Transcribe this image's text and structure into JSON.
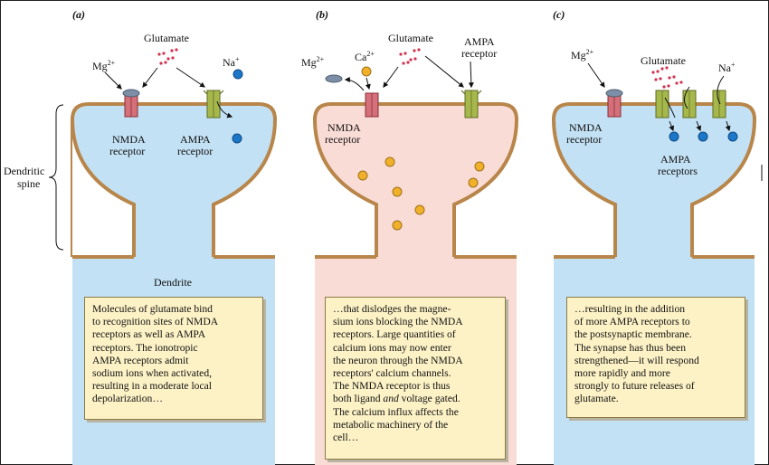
{
  "panels": {
    "a": {
      "tag": "(a)",
      "mg_label": "Mg",
      "mg_sup": "2+",
      "glutamate_label": "Glutamate",
      "na_label": "Na",
      "na_sup": "+",
      "nmda_label_1": "NMDA",
      "nmda_label_2": "receptor",
      "ampa_label_1": "AMPA",
      "ampa_label_2": "receptor",
      "dendrite_label": "Dendrite",
      "caption": "Molecules of glutamate bind\nto recognition sites of NMDA\nreceptors as well as AMPA\nreceptors. The ionotropic\nAMPA receptors admit\nsodium ions when activated,\nresulting in a moderate local\ndepolarization…"
    },
    "b": {
      "tag": "(b)",
      "mg_label": "Mg",
      "mg_sup": "2+",
      "ca_label": "Ca",
      "ca_sup": "2+",
      "glutamate_label": "Glutamate",
      "ampa_label_1": "AMPA",
      "ampa_label_2": "receptor",
      "nmda_label_1": "NMDA",
      "nmda_label_2": "receptor",
      "caption_1": "…that dislodges the magne-\nsium ions blocking the NMDA\nreceptors. Large quantities of\ncalcium ions may now enter\nthe neuron through the NMDA\nreceptors' calcium channels.\nThe NMDA receptor is thus\nboth ligand ",
      "caption_and": "and",
      "caption_2": " voltage gated.\nThe calcium influx affects the\nmetabolic machinery of the\ncell…"
    },
    "c": {
      "tag": "(c)",
      "mg_label": "Mg",
      "mg_sup": "2+",
      "glutamate_label": "Glutamate",
      "na_label": "Na",
      "na_sup": "+",
      "nmda_label_1": "NMDA",
      "nmda_label_2": "receptor",
      "ampa_label_1": "AMPA",
      "ampa_label_2": "receptors",
      "caption": "…resulting in the addition\nof more AMPA receptors to\nthe postsynaptic membrane.\nThe synapse has thus been\nstrengthened—it will respond\nmore rapidly and more\nstrongly to future releases of\nglutamate."
    }
  },
  "side_label_1": "Dendritic",
  "side_label_2": "spine",
  "colors": {
    "spine_blue": "#c3e1f4",
    "spine_pink": "#fadcd6",
    "membrane": "#b8864a",
    "nmda": "#d4707a",
    "ampa": "#a6b84c",
    "glutamate": "#d2324e",
    "sodium": "#1d77c9",
    "calcium": "#f0b02a",
    "magnesium": "#7c8fa6",
    "caption_bg": "#fdf2c6"
  }
}
